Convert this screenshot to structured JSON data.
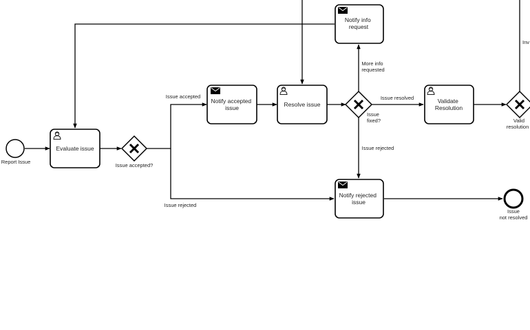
{
  "diagram": {
    "start_event": {
      "label": "Report Issue"
    },
    "tasks": {
      "evaluate": {
        "type": "user-task",
        "label": [
          "Evaluate issue"
        ]
      },
      "notify_accepted": {
        "type": "send-task",
        "label": [
          "Notify accepted",
          "issue"
        ]
      },
      "resolve": {
        "type": "user-task",
        "label": [
          "Resolve issue"
        ]
      },
      "notify_info": {
        "type": "send-task",
        "label": [
          "Notify info",
          "request"
        ]
      },
      "validate": {
        "type": "user-task",
        "label": [
          "Validate",
          "Resolution"
        ]
      },
      "notify_rejected": {
        "type": "send-task",
        "label": [
          "Notify rejected",
          "issue"
        ]
      }
    },
    "gateways": {
      "accepted": {
        "label": [
          "Issue accepted?"
        ]
      },
      "fixed": {
        "label": [
          "Issue",
          "fixed?"
        ]
      },
      "valid": {
        "label": [
          "Valid",
          "resolution"
        ]
      }
    },
    "end_event": {
      "label": [
        "Issue",
        "not resolved"
      ]
    },
    "flow_labels": {
      "issue_accepted": "Issue accepted",
      "issue_rejected_low": "Issue rejected",
      "more_info": [
        "More info",
        "requested"
      ],
      "issue_resolved": "Issue resolved",
      "issue_rejected_mid": "Issue rejected",
      "inv": "Inv"
    }
  }
}
